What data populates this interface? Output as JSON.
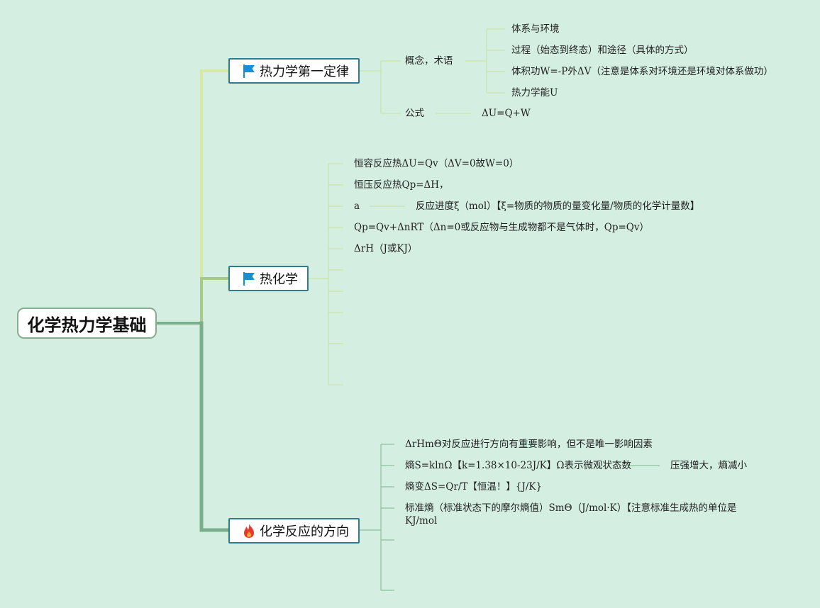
{
  "root": {
    "label": "化学热力学基础"
  },
  "colors": {
    "background": "#d4efe1",
    "root_border": "#86ad8d",
    "node_border": "#2f7d8c",
    "flag_icon": "#1b8ed1",
    "fire_icon": "#e8382c"
  },
  "branches": [
    {
      "label": "热力学第一定律",
      "icon": "flag-icon",
      "children": [
        {
          "label": "概念，术语",
          "children": [
            "体系与环境",
            "过程（始态到终态）和途径（具体的方式）",
            "体积功W=-P外ΔV（注意是体系对环境还是环境对体系做功）",
            "热力学能U"
          ]
        },
        {
          "label": "公式",
          "children": [
            "ΔU=Q+W"
          ]
        }
      ]
    },
    {
      "label": "热化学",
      "icon": "flag-icon",
      "items": [
        {
          "label": "恒容反应热ΔU=Qv（ΔV=0故W=0）"
        },
        {
          "label": "恒压反应热Qp=ΔH，"
        },
        {
          "label": "a",
          "child": "反应进度ξ（mol）【ξ=物质的物质的量变化量/物质的化学计量数】"
        },
        {
          "label": "Qp=Qv+ΔnRT（Δn=0或反应物与生成物都不是气体时，Qp=Qv）"
        },
        {
          "label": "ΔrH（J或KJ）"
        }
      ]
    },
    {
      "label": "化学反应的方向",
      "icon": "fire-icon",
      "items": [
        {
          "label": "ΔrHmΘ对反应进行方向有重要影响，但不是唯一影响因素"
        },
        {
          "label": "熵S=klnΩ【k=1.38×10-23J/K】Ω表示微观状态数",
          "child": "压强增大，熵减小"
        },
        {
          "label": "熵变ΔS=Qr/T【恒温！】{J/K}"
        },
        {
          "label": "标准熵（标准状态下的摩尔熵值）SmΘ（J/mol·K）【注意标准生成热的单位是KJ/mol"
        }
      ]
    }
  ]
}
